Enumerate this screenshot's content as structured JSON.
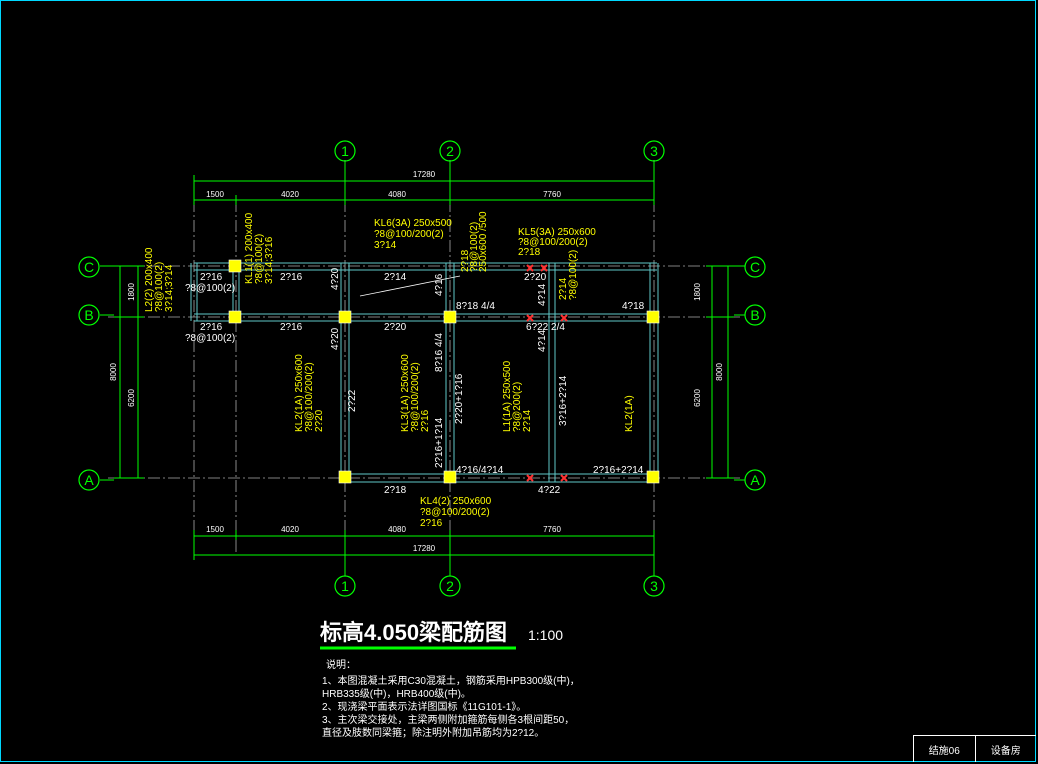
{
  "title": {
    "main": "标高4.050梁配筋图",
    "scale": "1:100"
  },
  "axes": {
    "columns": [
      "1",
      "2",
      "3"
    ],
    "rows": [
      "C",
      "B",
      "A"
    ]
  },
  "dimensions": {
    "top_total": "17280",
    "top_segments": [
      "1500",
      "4020",
      "4080",
      "7760"
    ],
    "bottom_total": "17280",
    "bottom_segments": [
      "1500",
      "4020",
      "4080",
      "7760"
    ],
    "left_total": "8000",
    "left_segments": [
      "1800",
      "6200"
    ],
    "right_total": "8000",
    "right_segments": [
      "1800",
      "6200"
    ]
  },
  "beams": {
    "kl6": [
      "KL6(3A) 250x500",
      "?8@100/200(2)",
      "3?14"
    ],
    "kl5": [
      "KL5(3A) 250x600",
      "?8@100/200(2)",
      "2?18"
    ],
    "kl1": [
      "KL1(1) 200x400",
      "?8@100(2)",
      "3?14;3?16"
    ],
    "l2": [
      "L2(2) 200x400",
      "?8@100(2)",
      "3?14;3?14"
    ],
    "l1_top": [
      "2?18",
      "?8@100(2)",
      "250x600 /500"
    ],
    "kl2": [
      "KL2(1A) 250x600",
      "?8@100/200(2)",
      "2?20"
    ],
    "kl3": [
      "KL3(1A) 250x600",
      "?8@100/200(2)",
      "2?16"
    ],
    "l1": [
      "L1(1A) 250x500",
      "?8@200(2)",
      "2?14"
    ],
    "kl2_right": [
      "KL2(1A)"
    ],
    "kl4": [
      "KL4(2) 250x600",
      "?8@100/200(2)",
      "2?16"
    ],
    "kl5_vert": [
      "2?14",
      "?8@100(2)"
    ]
  },
  "rebar_labels": {
    "c_left1": "2?16",
    "c_left1b": "?8@100(2)",
    "c_left2": "2?16",
    "c_mid": "2?14",
    "c_420": "4?20",
    "c_416": "4?16",
    "c_220": "2?20",
    "b_left1": "2?16",
    "b_left1b": "?8@100(2)",
    "b_left2": "2?16",
    "b_mid": "2?20",
    "b_818": "8?18 4/4",
    "b_622": "6?22 2/4",
    "b_418": "4?18",
    "b_414": "4?14",
    "v_420": "4?20",
    "v_2222": "2?22",
    "v_816": "8?16 4/4",
    "v_2220": "2?20+1?16",
    "v_2216": "2?16+1?14",
    "v_414": "4?14",
    "v_316": "3?16+2?14",
    "a_416": "4?16/4?14",
    "a_2216": "2?16+2?14",
    "a_218": "2?18",
    "a_422": "4?22"
  },
  "notes": {
    "heading": "说明：",
    "lines": [
      "1、本图混凝土采用C30混凝土，钢筋采用HPB300级(中)，",
      "HRB335级(中)，HRB400级(中)。",
      "2、现浇梁平面表示法详图国标《11G101-1》。",
      "3、主次梁交接处，主梁两侧附加箍筋每侧各3根间距50，",
      "直径及肢数同梁箍；除注明外附加吊筋均为2?12。"
    ]
  },
  "title_block": {
    "drawing_no": "结施06",
    "project": "设备房"
  },
  "colors": {
    "axis": "#00ff00",
    "beam": "#6fd3d3",
    "beam_text": "#ffff00",
    "column": "#ffff00",
    "rebar_text": "#ffffff",
    "frame": "#00d8ff"
  }
}
